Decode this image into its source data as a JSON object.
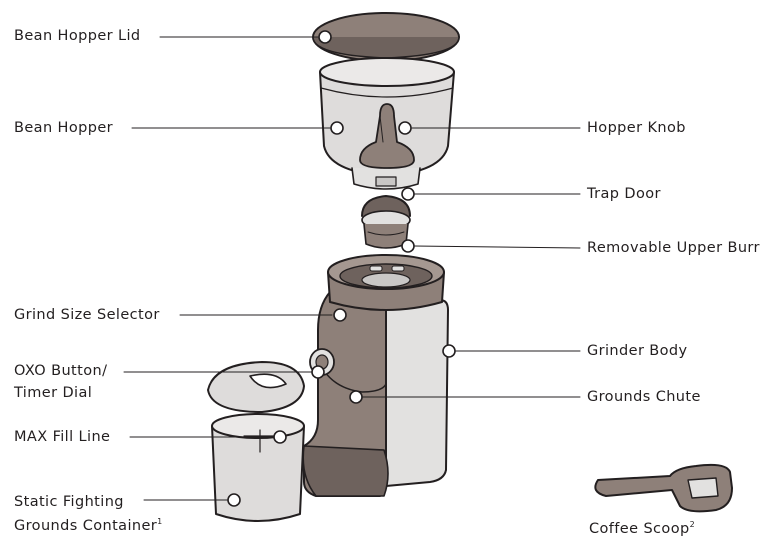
{
  "colors": {
    "outline": "#231f20",
    "taupe": "#8e8079",
    "taupe_light": "#a59891",
    "taupe_dark": "#6e625d",
    "glass": "#dedcdb",
    "glass_light": "#ebe9e8",
    "steel": "#e2e1e0",
    "steel_shade": "#c9c7c6",
    "marker_fill": "#ffffff"
  },
  "labels": {
    "bean_hopper_lid": "Bean Hopper Lid",
    "bean_hopper": "Bean Hopper",
    "grind_size_selector": "Grind Size Selector",
    "oxo_button_line1": "OXO Button/",
    "oxo_button_line2": "Timer Dial",
    "max_fill_line": "MAX Fill Line",
    "static_container_line1": "Static Fighting",
    "static_container_line2": "Grounds Container",
    "static_container_note": "1",
    "hopper_knob": "Hopper Knob",
    "trap_door": "Trap Door",
    "removable_upper_burr": "Removable Upper Burr",
    "grinder_body": "Grinder Body",
    "grounds_chute": "Grounds Chute",
    "coffee_scoop": "Coffee Scoop",
    "coffee_scoop_note": "2"
  }
}
